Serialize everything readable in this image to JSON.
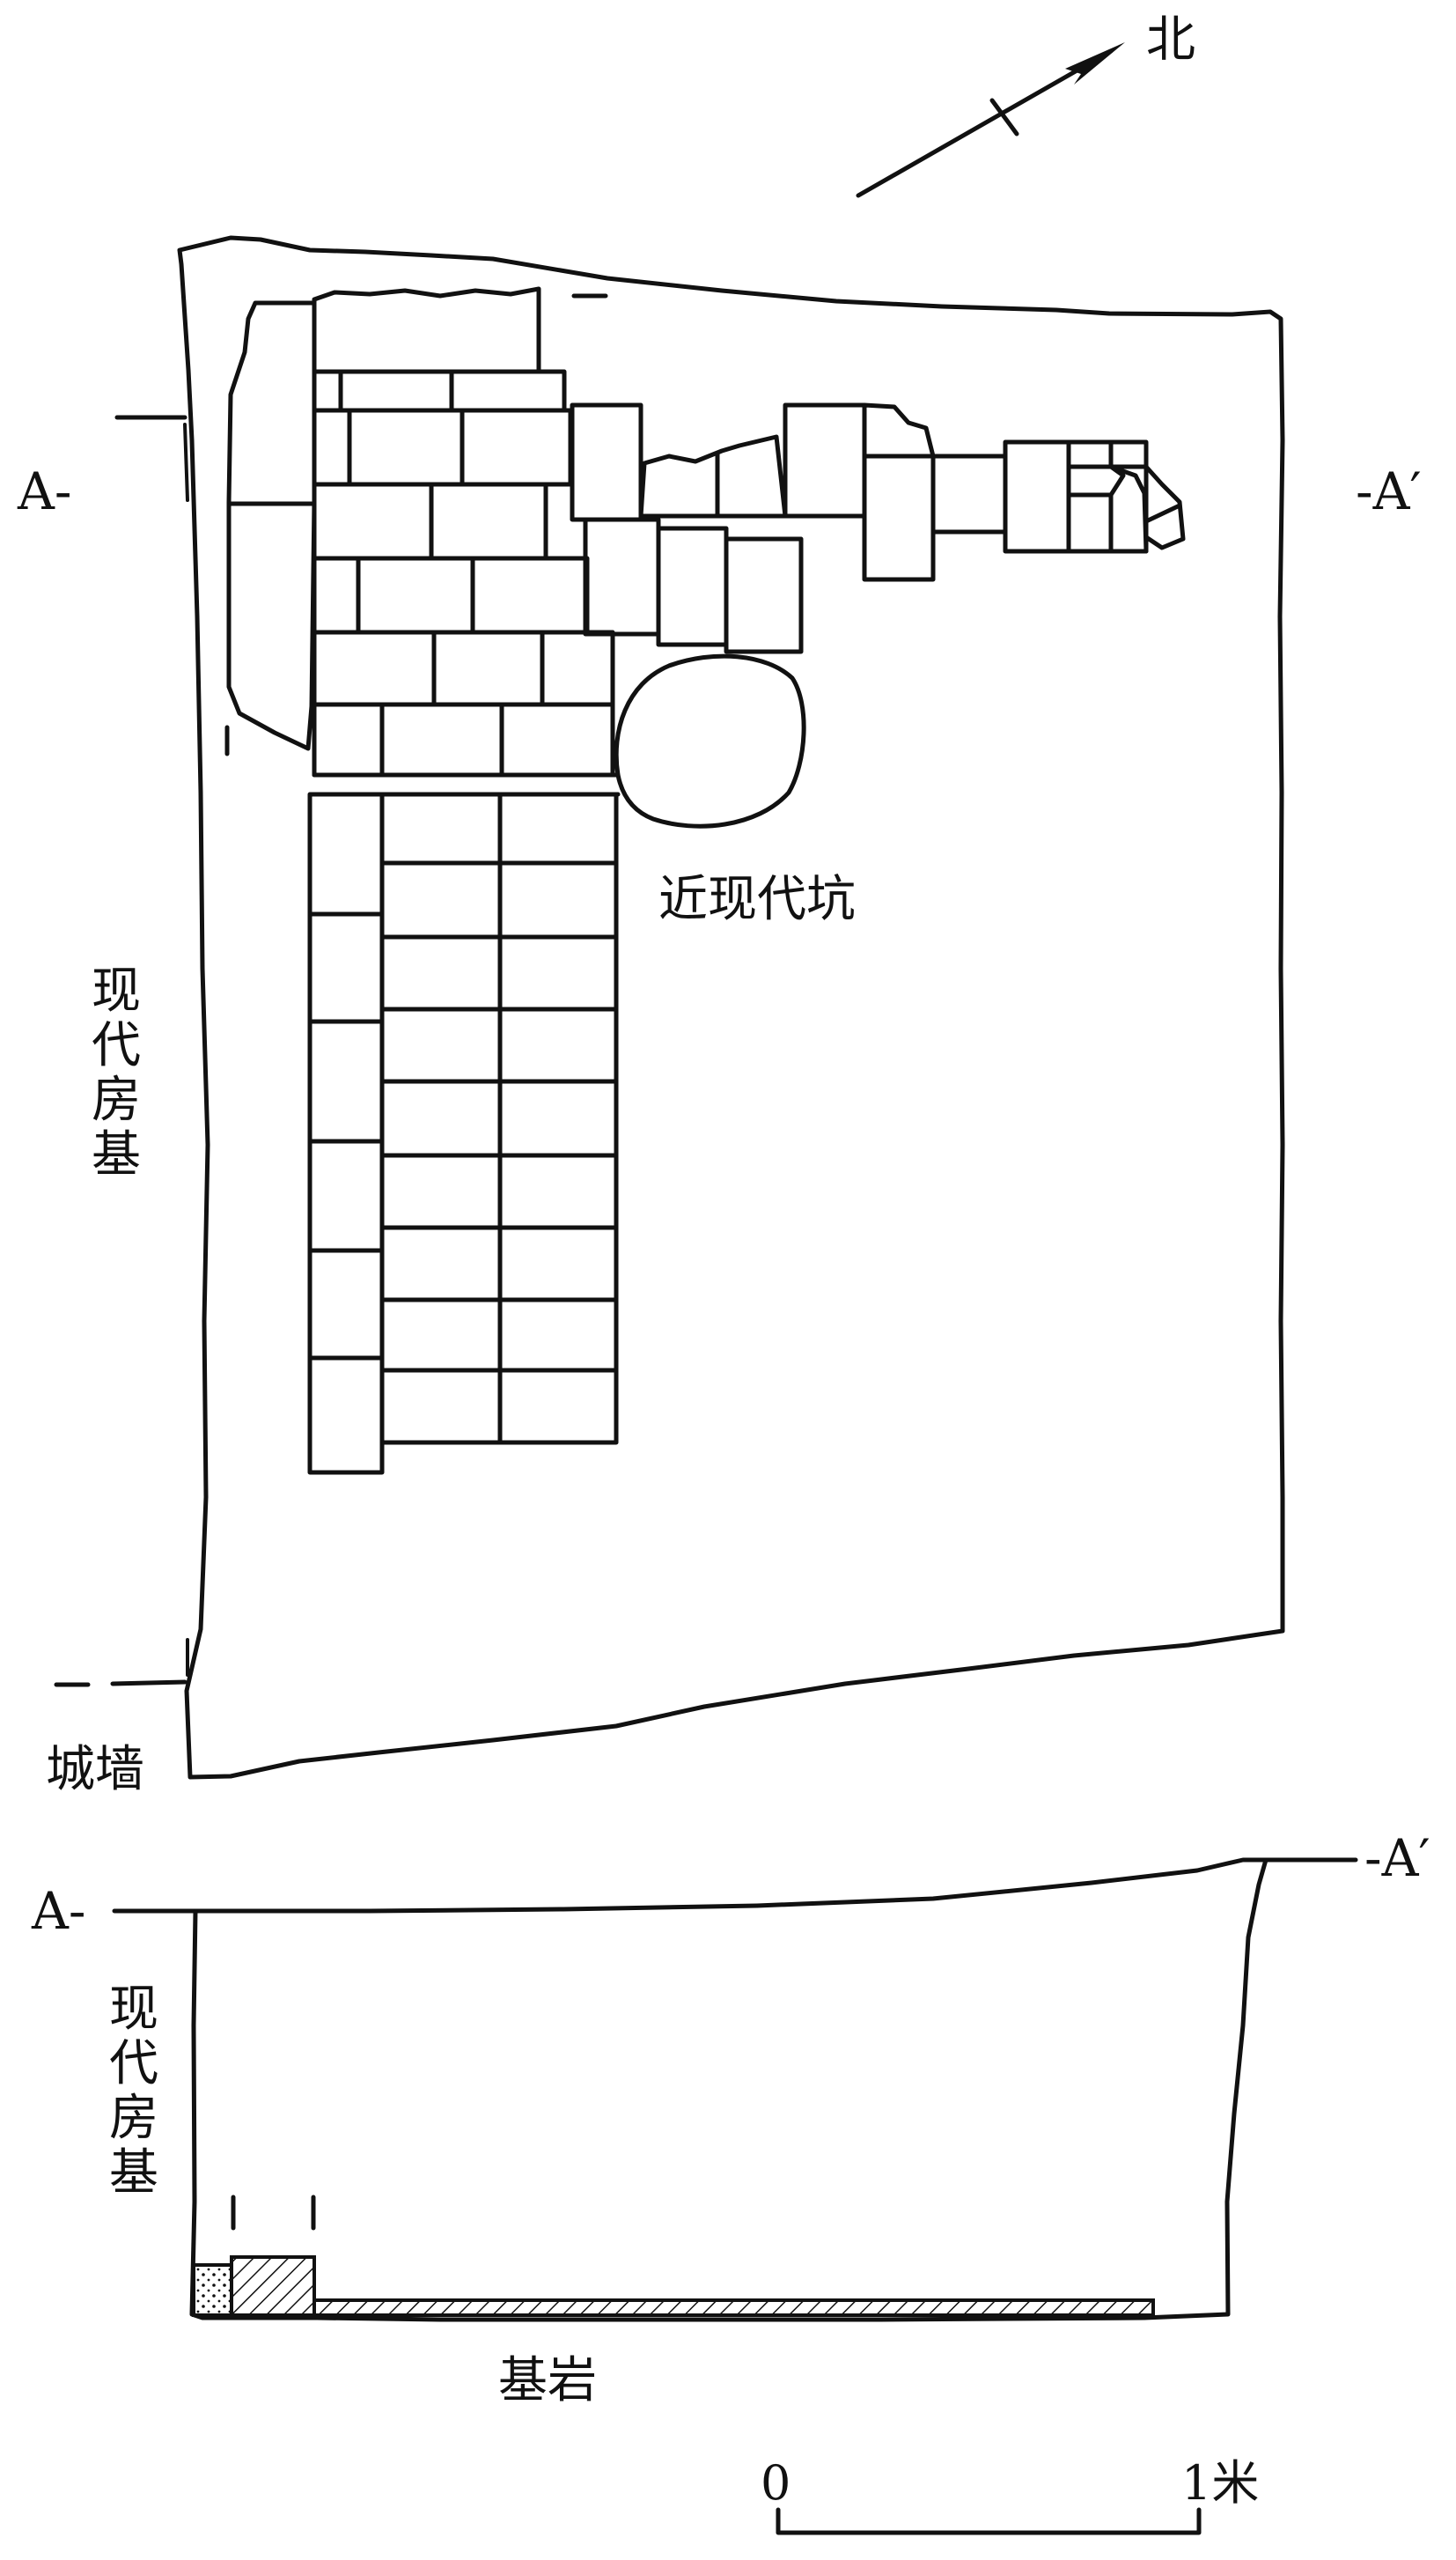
{
  "north": {
    "label": "北"
  },
  "plan": {
    "section_left": "A-",
    "section_right": "-A′",
    "modern_foundation": [
      "现",
      "代",
      "房",
      "基"
    ],
    "city_wall": "城墙",
    "modern_pit": "近现代坑"
  },
  "profile": {
    "section_left": "A-",
    "section_right": "-A′",
    "modern_foundation": [
      "现",
      "代",
      "房",
      "基"
    ],
    "bedrock": "基岩"
  },
  "scale": {
    "zero": "0",
    "one": "1米"
  }
}
